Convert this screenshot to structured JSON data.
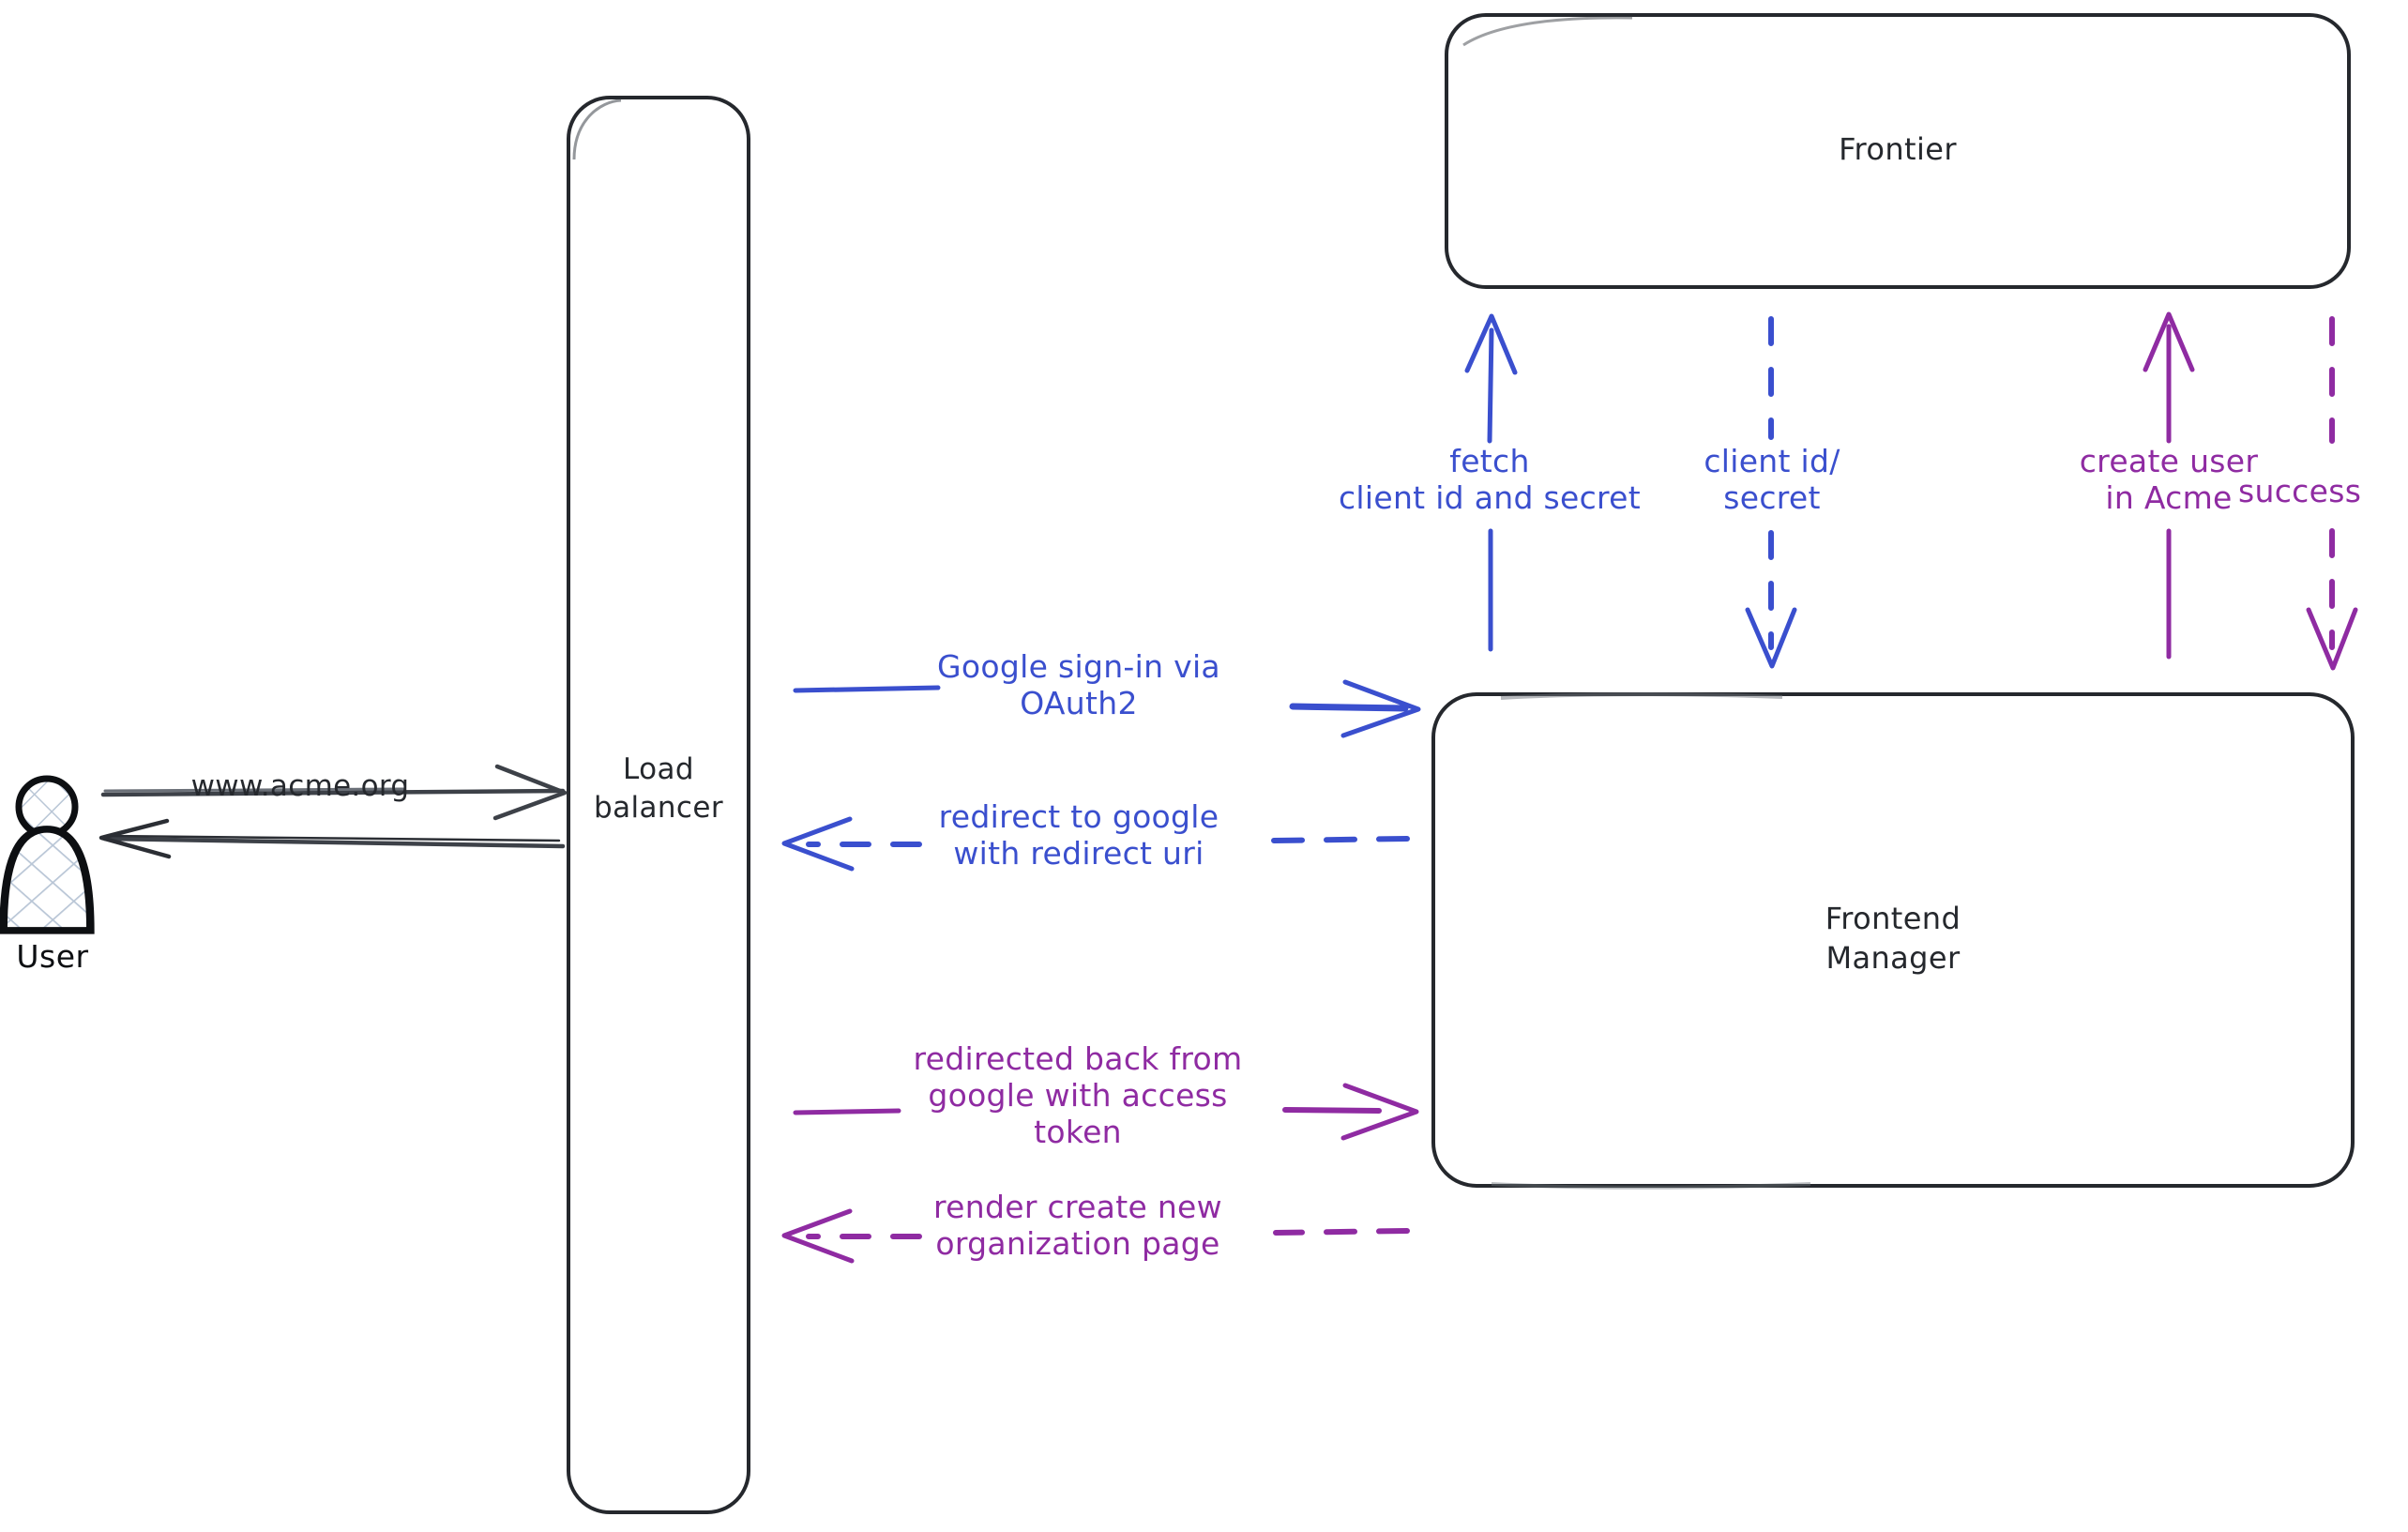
{
  "diagram": {
    "title": "Google OAuth2 sign-in sequence",
    "background_color": "#ffffff",
    "stroke_color": "#25282d",
    "colors": {
      "dark": "#25282d",
      "blue": "#3a4fce",
      "purple": "#8f2ba2",
      "hatch": "#b9c6d6"
    }
  },
  "actors": [
    {
      "id": "user",
      "label": "User",
      "icon": "person-icon",
      "shape": "person-hatched"
    }
  ],
  "nodes": [
    {
      "id": "load-balancer",
      "label": "Load\nbalancer",
      "shape": "rounded-rect",
      "color": "#25282d"
    },
    {
      "id": "frontier",
      "label": "Frontier",
      "shape": "rounded-rect",
      "color": "#25282d"
    },
    {
      "id": "frontend-manager",
      "label": "Frontend\nManager",
      "shape": "rounded-rect",
      "color": "#25282d"
    }
  ],
  "edges": [
    {
      "id": "user-to-lb",
      "label": "www.acme.org",
      "from": "user",
      "to": "load-balancer",
      "style": "solid",
      "direction": "right",
      "color": "#25282d"
    },
    {
      "id": "lb-to-user",
      "label": "",
      "from": "load-balancer",
      "to": "user",
      "style": "solid",
      "direction": "left",
      "color": "#25282d"
    },
    {
      "id": "google-signin",
      "label": "Google sign-in via\nOAuth2",
      "from": "load-balancer",
      "to": "frontend-manager",
      "style": "solid",
      "direction": "right",
      "color": "#3a4fce"
    },
    {
      "id": "redirect-to-google",
      "label": "redirect to google\nwith redirect uri",
      "from": "frontend-manager",
      "to": "load-balancer",
      "style": "dashed",
      "direction": "left",
      "color": "#3a4fce"
    },
    {
      "id": "fetch-client-id-secret",
      "label": "fetch\nclient id and secret",
      "from": "frontend-manager",
      "to": "frontier",
      "style": "solid",
      "direction": "up",
      "color": "#3a4fce"
    },
    {
      "id": "client-id-secret",
      "label": "client id/\nsecret",
      "from": "frontier",
      "to": "frontend-manager",
      "style": "dashed",
      "direction": "down",
      "color": "#3a4fce"
    },
    {
      "id": "create-user-in-acme",
      "label": "create user\nin Acme",
      "from": "frontend-manager",
      "to": "frontier",
      "style": "solid",
      "direction": "up",
      "color": "#8f2ba2"
    },
    {
      "id": "success",
      "label": "success",
      "from": "frontier",
      "to": "frontend-manager",
      "style": "dashed",
      "direction": "down",
      "color": "#8f2ba2"
    },
    {
      "id": "redirected-back",
      "label": "redirected back from\ngoogle with access\ntoken",
      "from": "load-balancer",
      "to": "frontend-manager",
      "style": "solid",
      "direction": "right",
      "color": "#8f2ba2"
    },
    {
      "id": "render-create-org",
      "label": "render create new\norganization page",
      "from": "frontend-manager",
      "to": "load-balancer",
      "style": "dashed",
      "direction": "left",
      "color": "#8f2ba2"
    }
  ]
}
